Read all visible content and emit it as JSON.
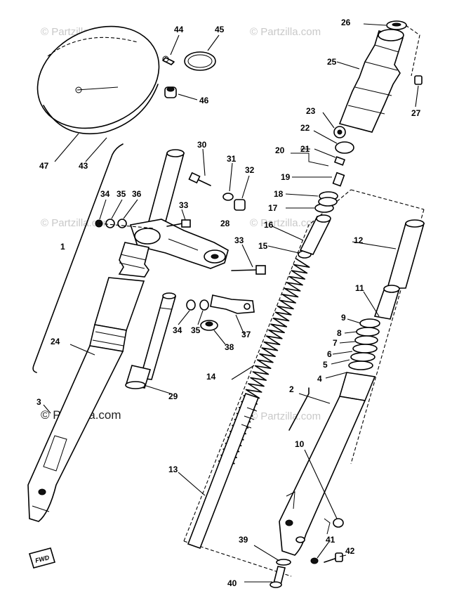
{
  "watermark": "© Partzilla.com",
  "badge": "FWD",
  "callouts": {
    "c1": "1",
    "c2": "2",
    "c3": "3",
    "c4": "4",
    "c5": "5",
    "c6": "6",
    "c7": "7",
    "c8": "8",
    "c9": "9",
    "c10": "10",
    "c11": "11",
    "c12": "12",
    "c13": "13",
    "c14": "14",
    "c15": "15",
    "c16": "16",
    "c17": "17",
    "c18": "18",
    "c19": "19",
    "c20": "20",
    "c21": "21",
    "c22": "22",
    "c23": "23",
    "c24": "24",
    "c25": "25",
    "c26": "26",
    "c27": "27",
    "c28": "28",
    "c29": "29",
    "c30": "30",
    "c31": "31",
    "c32": "32",
    "c33a": "33",
    "c33b": "33",
    "c34a": "34",
    "c35a": "35",
    "c36": "36",
    "c34b": "34",
    "c35b": "35",
    "c37": "37",
    "c38": "38",
    "c39": "39",
    "c40": "40",
    "c41": "41",
    "c42": "42",
    "c43": "43",
    "c44": "44",
    "c45": "45",
    "c46": "46",
    "c47": "47"
  }
}
